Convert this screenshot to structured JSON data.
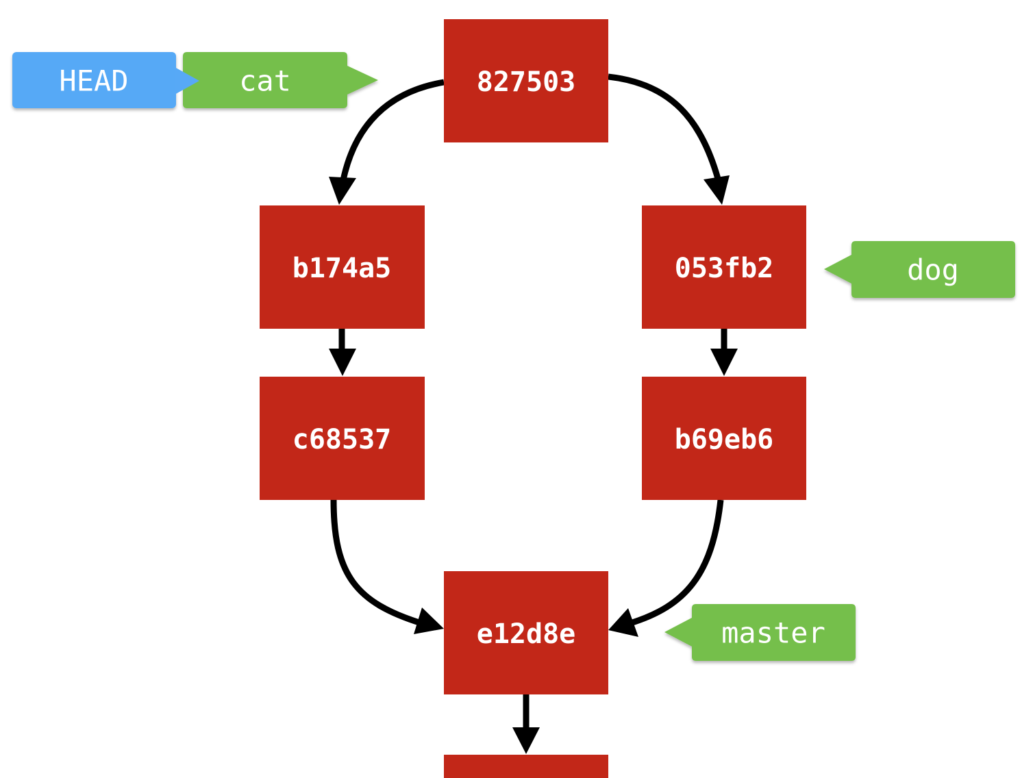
{
  "colors": {
    "commit": "#c22718",
    "branch": "#75bf4b",
    "head": "#57a9f6",
    "arrow": "#000000",
    "text": "#ffffff"
  },
  "commits": {
    "c827503": "827503",
    "b174a5": "b174a5",
    "c053fb2": "053fb2",
    "c68537": "c68537",
    "b69eb6": "b69eb6",
    "e12d8e": "e12d8e"
  },
  "refs": {
    "head": "HEAD",
    "cat": "cat",
    "dog": "dog",
    "master": "master"
  }
}
